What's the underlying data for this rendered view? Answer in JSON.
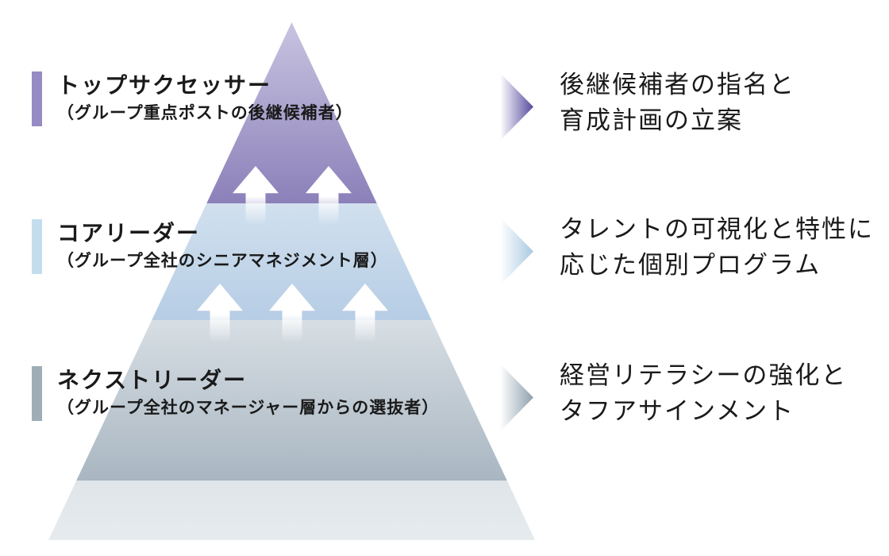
{
  "diagram": {
    "type": "pyramid",
    "background": "#ffffff",
    "text_color": "#1a1a1a",
    "arrow_color": "#ffffff",
    "tiers": [
      {
        "title": "トップサクセッサー",
        "subtitle": "（グループ重点ポストの後継候補者）",
        "description": [
          "後継候補者の指名と",
          "育成計画の立案"
        ],
        "bar_color": "#968bc2",
        "fill_top": "#c8c4e1",
        "fill_bottom": "#8c80b9",
        "pointer_color": "#564a9e"
      },
      {
        "title": "コアリーダー",
        "subtitle": "（グループ全社のシニアマネジメント層）",
        "description": [
          "タレントの可視化と特性に",
          "応じた個別プログラム"
        ],
        "bar_color": "#c4ddee",
        "fill_top": "#d1e0ee",
        "fill_bottom": "#b6cde5",
        "pointer_color": "#a9c9e2"
      },
      {
        "title": "ネクストリーダー",
        "subtitle": "（グループ全社のマネージャー層からの選抜者）",
        "description": [
          "経営リテラシーの強化と",
          "タフアサインメント"
        ],
        "bar_color": "#9fadb7",
        "fill_top": "#d7dee4",
        "fill_bottom": "#a9b6c1",
        "pointer_color": "#8da0ad"
      }
    ],
    "base_tier": {
      "fill_top": "#dfe5e9",
      "fill_bottom": "#e6ebee"
    }
  }
}
